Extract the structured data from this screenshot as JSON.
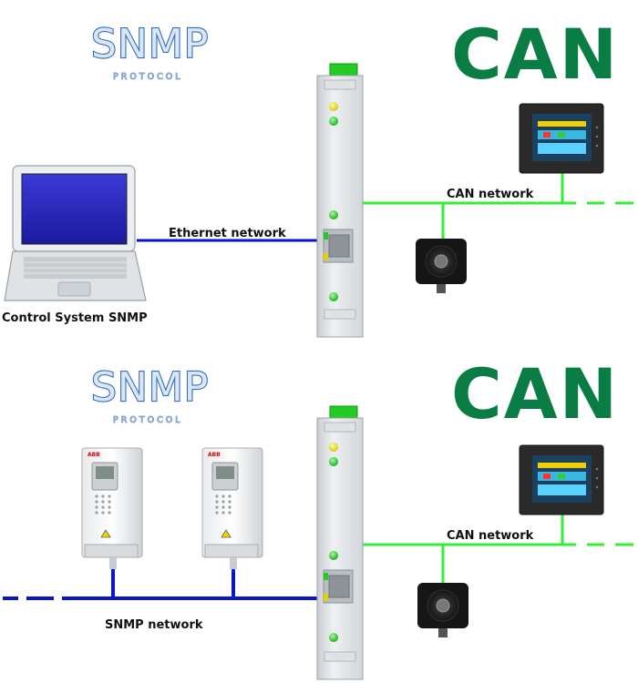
{
  "logos": {
    "snmp_word": "SNMP",
    "snmp_sub": "PROTOCOL",
    "can_word": "CAN"
  },
  "top_diagram": {
    "ethernet_label": "Ethernet network",
    "can_label": "CAN network",
    "control_label": "Control System SNMP"
  },
  "bottom_diagram": {
    "can_label": "CAN network",
    "snmp_label": "SNMP network",
    "drive_brand": "ABB"
  },
  "colors": {
    "ethernet_line": "#0a14c8",
    "can_line": "#33ee33",
    "can_logo": "#0a7d45",
    "snmp_logo_stroke": "#2f6fc0",
    "gateway_cap": "#22cc22"
  }
}
